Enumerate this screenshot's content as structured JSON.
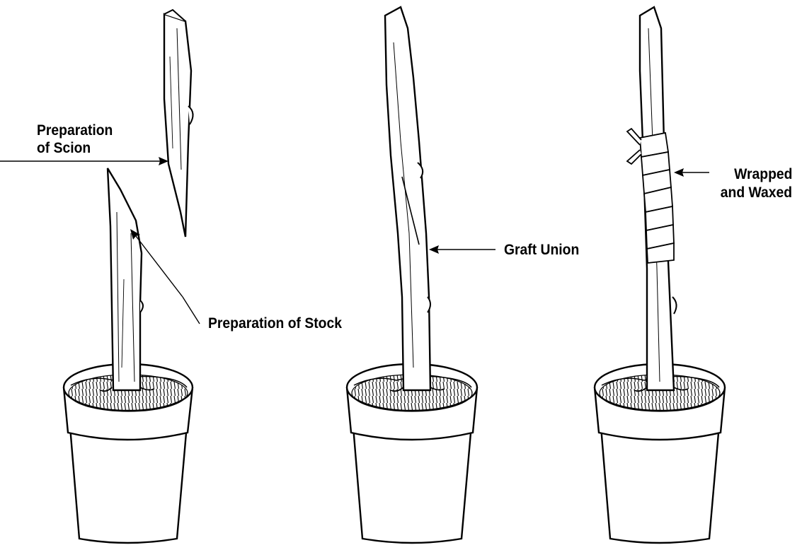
{
  "labels": {
    "scion_line1": "Preparation",
    "scion_line2": "of Scion",
    "stock": "Preparation of Stock",
    "graft_union": "Graft Union",
    "wrapped_line1": "Wrapped",
    "wrapped_line2": "and Waxed"
  },
  "colors": {
    "ink": "#000000",
    "paper": "#ffffff"
  }
}
